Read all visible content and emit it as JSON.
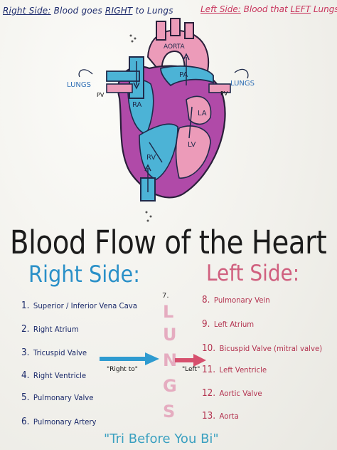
{
  "header": {
    "right_side_a": "Right Side:",
    "right_side_b": " Blood goes ",
    "right_side_c": "RIGHT",
    "right_side_d": " to Lungs",
    "left_side_a": "Left Side:",
    "left_side_b": " Blood that ",
    "left_side_c": "LEFT",
    "left_side_d": " Lungs"
  },
  "diagram": {
    "aorta": "AORTA",
    "pa": "PA",
    "ra": "RA",
    "rv": "RV",
    "la": "LA",
    "lv": "LV",
    "lungs_left": "LUNGS",
    "lungs_right": "LUNGS",
    "pv_left": "PV",
    "pv_right": "PV"
  },
  "title": "Blood Flow of the Heart",
  "right_side": {
    "heading": "Right Side:",
    "items": [
      {
        "num": "1.",
        "text": "Superior / Inferior Vena Cava"
      },
      {
        "num": "2.",
        "text": "Right Atrium"
      },
      {
        "num": "3.",
        "text": "Tricuspid Valve"
      },
      {
        "num": "4.",
        "text": "Right Ventricle"
      },
      {
        "num": "5.",
        "text": "Pulmonary Valve"
      },
      {
        "num": "6.",
        "text": "Pulmonary Artery"
      }
    ]
  },
  "left_side": {
    "heading": "Left Side:",
    "items": [
      {
        "num": "8.",
        "text": "Pulmonary Vein"
      },
      {
        "num": "9.",
        "text": "Left Atrium"
      },
      {
        "num": "10.",
        "text": "Bicuspid Valve (mitral valve)"
      },
      {
        "num": "11.",
        "text": "Left Ventricle"
      },
      {
        "num": "12.",
        "text": "Aortic Valve"
      },
      {
        "num": "13.",
        "text": "Aorta"
      }
    ]
  },
  "middle": {
    "num": "7.",
    "letters": [
      "L",
      "U",
      "N",
      "G",
      "S"
    ],
    "arrow_right_label": "\"Right to\"",
    "arrow_left_label": "\"Left\""
  },
  "footer": "\"Tri Before You Bi\""
}
